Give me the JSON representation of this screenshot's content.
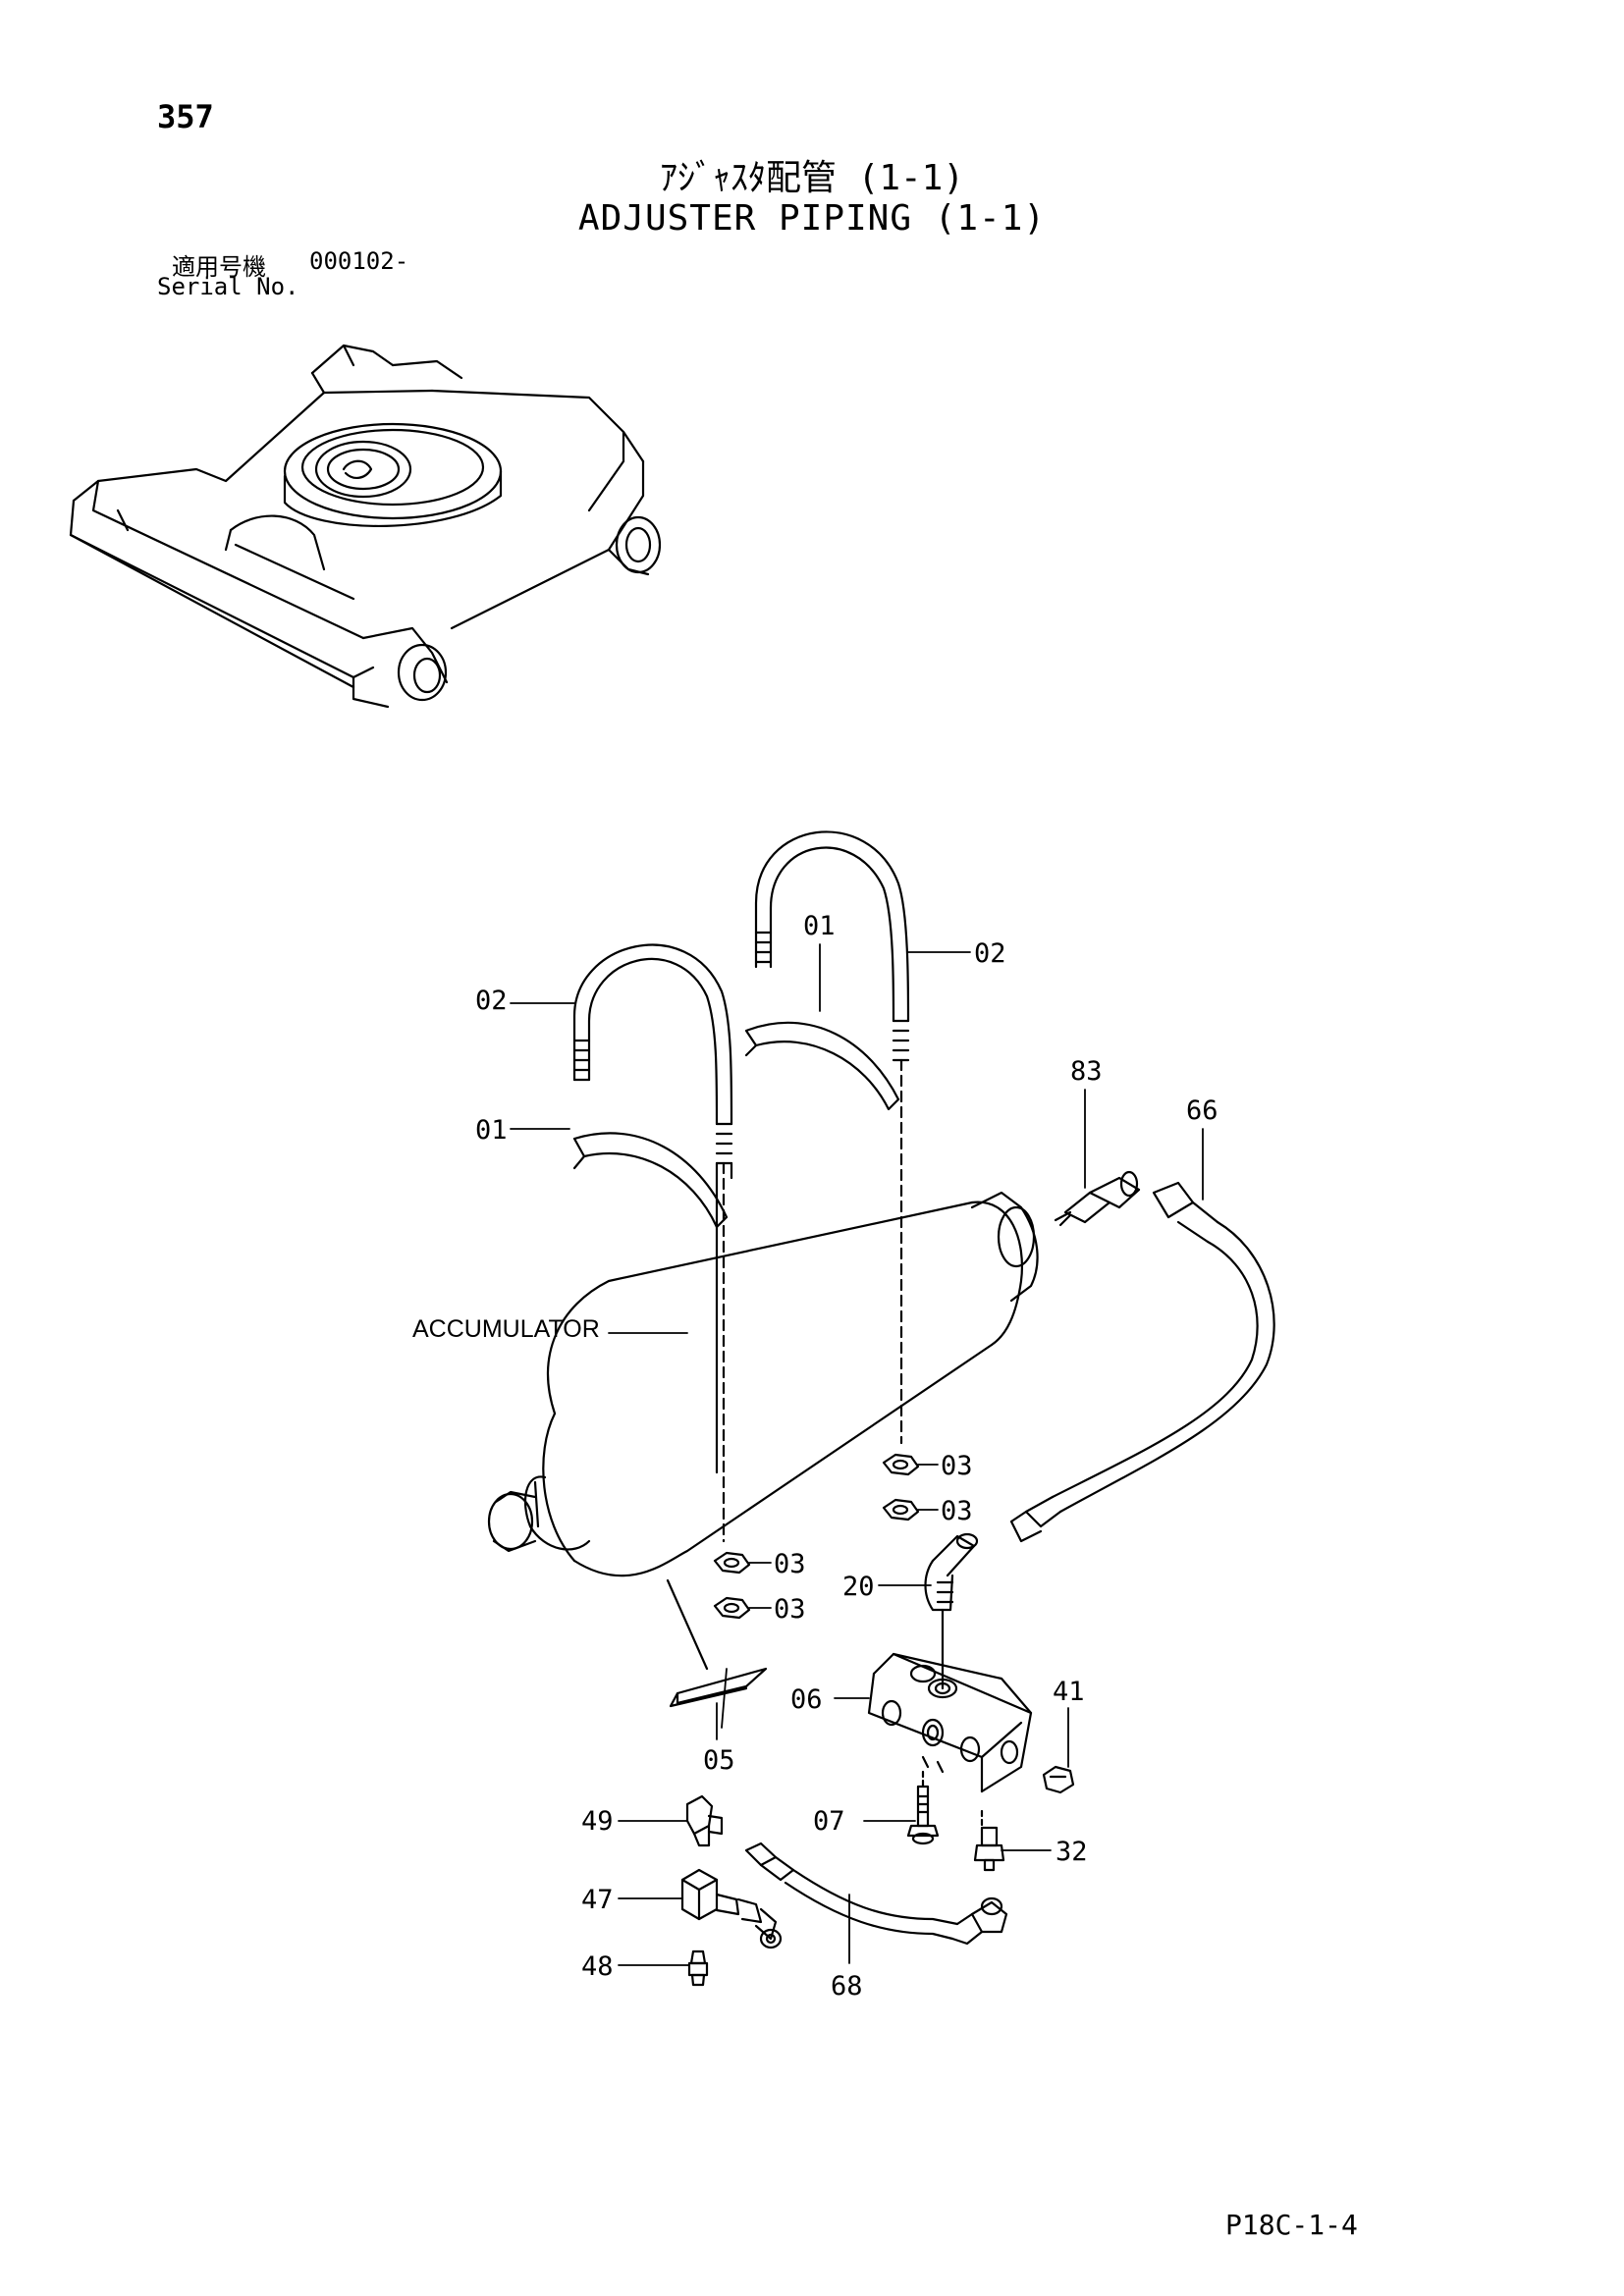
{
  "header": {
    "page_number": "357",
    "title_jp": "ｱｼﾞｬｽﾀ配管 (1-1)",
    "title_en": "ADJUSTER PIPING (1-1)",
    "serial_label_jp": "適用号機",
    "serial_value": "000102-",
    "serial_label_en": "Serial No."
  },
  "diagram": {
    "component_label": "ACCUMULATOR",
    "callouts": {
      "c01a": "01",
      "c01b": "01",
      "c02a": "02",
      "c02b": "02",
      "c03a": "03",
      "c03b": "03",
      "c03c": "03",
      "c03d": "03",
      "c05": "05",
      "c06": "06",
      "c07": "07",
      "c20": "20",
      "c32": "32",
      "c41": "41",
      "c47": "47",
      "c48": "48",
      "c49": "49",
      "c66": "66",
      "c68": "68",
      "c83": "83"
    }
  },
  "footer": {
    "page_code": "P18C-1-4"
  }
}
